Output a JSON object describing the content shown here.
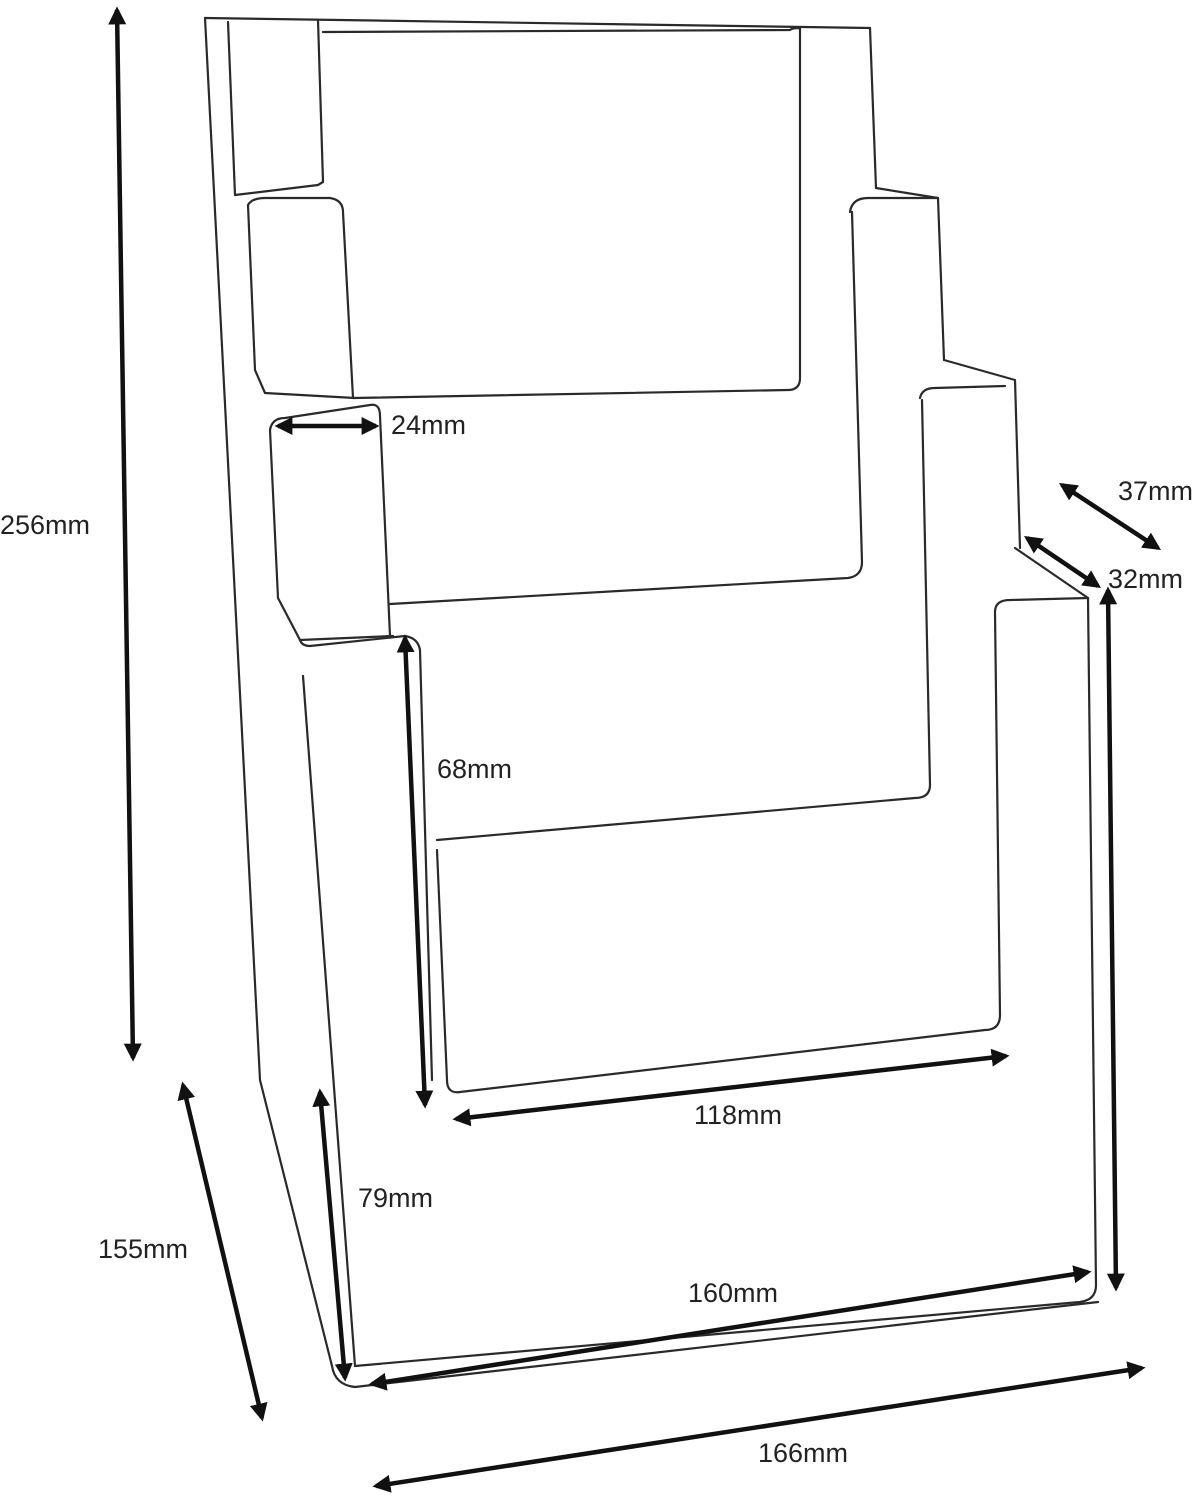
{
  "labels": {
    "height_total": "256mm",
    "step_24": "24mm",
    "depth_37": "37mm",
    "depth_32": "32mm",
    "pocket_68": "68mm",
    "width_118": "118mm",
    "height_79": "79mm",
    "depth_155": "155mm",
    "width_160": "160mm",
    "width_166": "166mm"
  },
  "colors": {
    "outline": "#2a2a2a",
    "arrow": "#111111",
    "text": "#222222",
    "background": "#ffffff"
  }
}
